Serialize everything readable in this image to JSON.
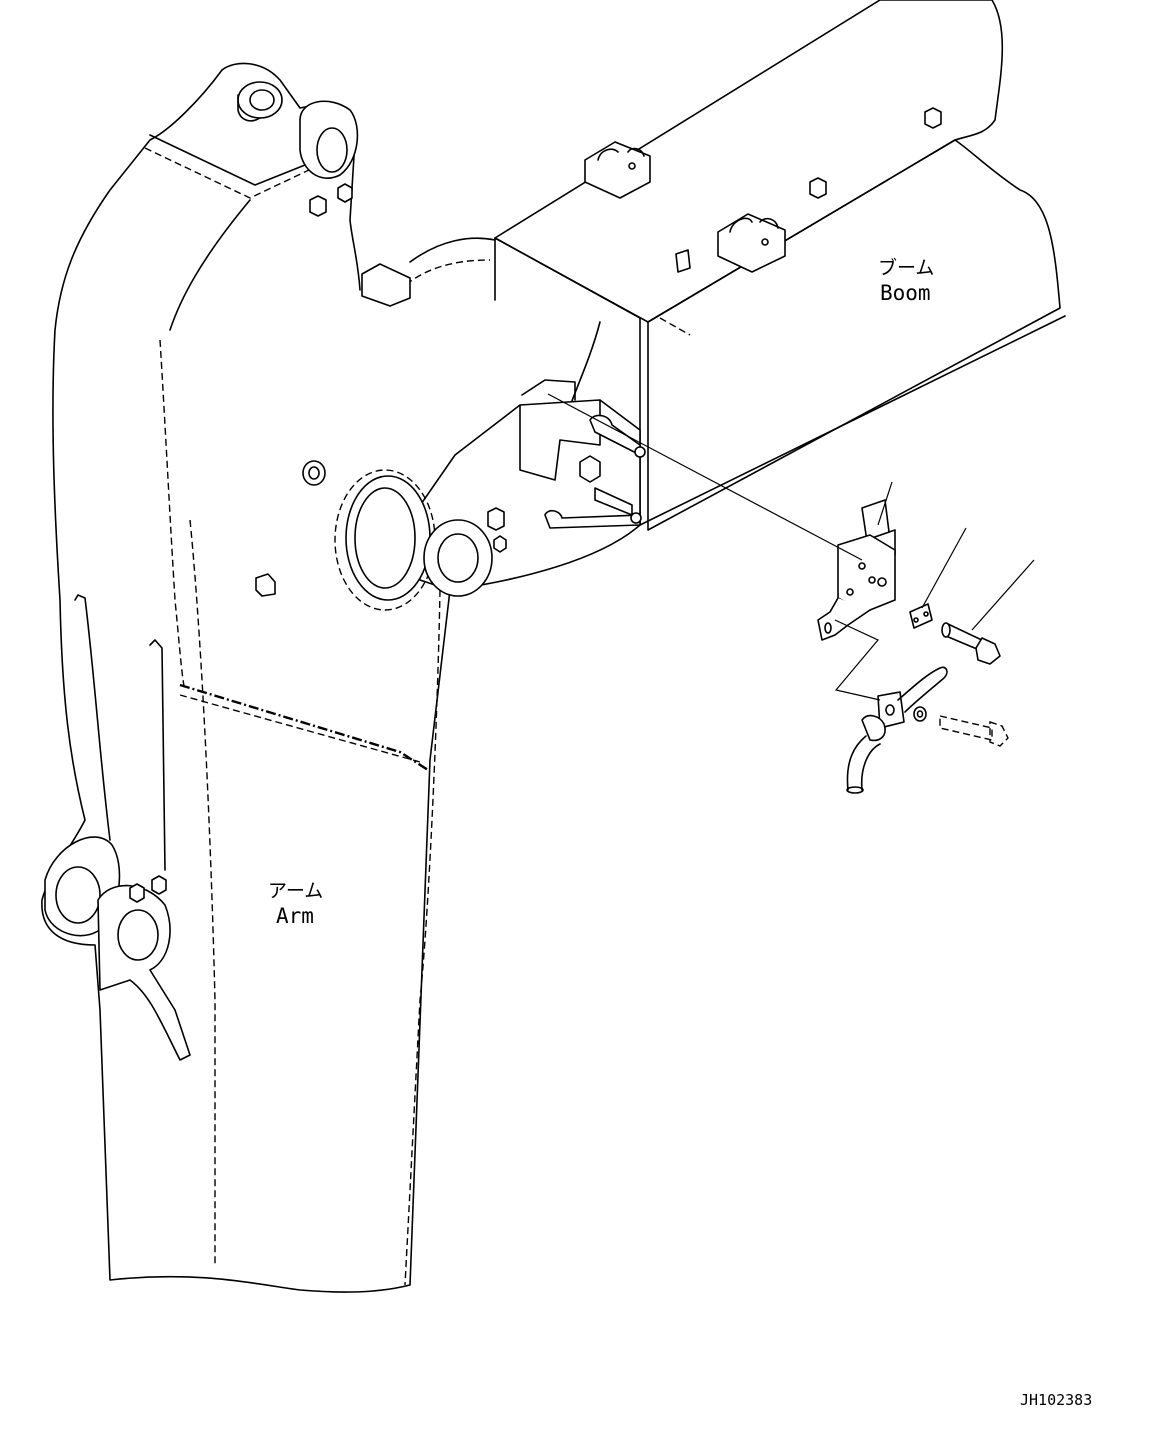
{
  "diagram": {
    "labels": {
      "boom_jp": "ブーム",
      "boom_en": "Boom",
      "arm_jp": "アーム",
      "arm_en": "Arm"
    },
    "drawing_code": "JH102383"
  }
}
